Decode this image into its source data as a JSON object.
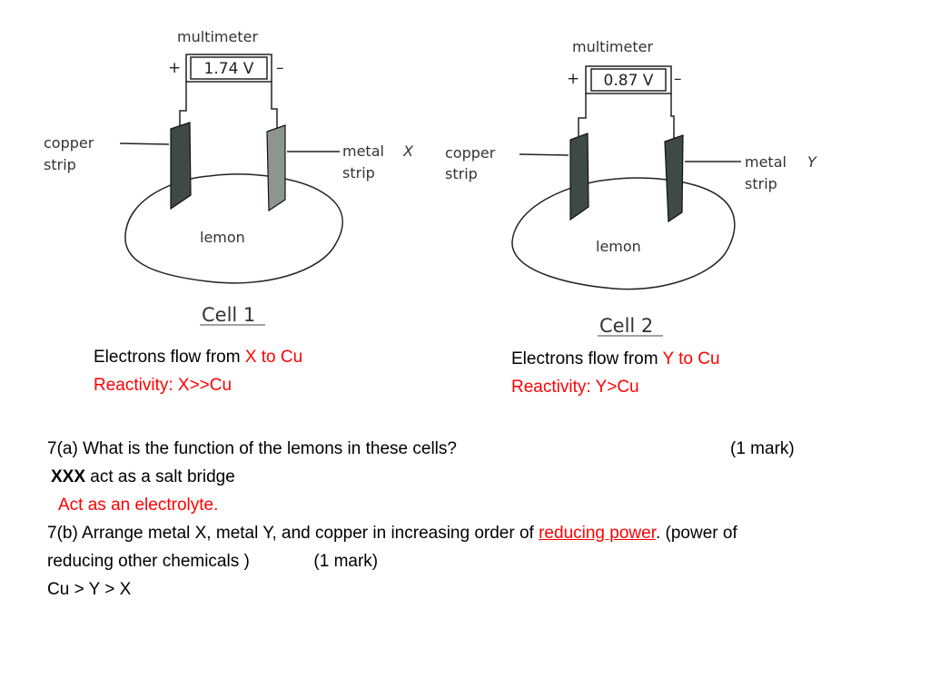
{
  "cell1": {
    "multimeter_label": "multimeter",
    "reading": "1.74 V",
    "plus": "+",
    "minus": "–",
    "copper_label_line1": "copper",
    "copper_label_line2": "strip",
    "metal_label_line1": "metal",
    "metal_symbol": "X",
    "metal_label_line2": "strip",
    "lemon_label": "lemon",
    "caption": "Cell 1"
  },
  "cell2": {
    "multimeter_label": "multimeter",
    "reading": "0.87 V",
    "plus": "+",
    "minus": "–",
    "copper_label_line1": "copper",
    "copper_label_line2": "strip",
    "metal_label_line1": "metal",
    "metal_symbol": "Y",
    "metal_label_line2": "strip",
    "lemon_label": "lemon",
    "caption": "Cell 2"
  },
  "notes": {
    "cell1_flow_prefix": "Electrons flow from ",
    "cell1_flow_answer": "X to Cu",
    "cell1_reactivity": "Reactivity: X>>Cu",
    "cell2_flow_prefix": "Electrons flow from ",
    "cell2_flow_answer": "Y to Cu",
    "cell2_reactivity": "Reactivity: Y>Cu"
  },
  "questions": {
    "q7a_text": "7(a) What is the function of the lemons in these cells?",
    "q7a_marks": "(1 mark)",
    "q7a_wrong_bold": "XXX",
    "q7a_wrong_rest": " act as a salt bridge",
    "q7a_answer": "Act as an electrolyte.",
    "q7b_part1": "7(b) Arrange metal X, metal Y, and copper in increasing order of ",
    "q7b_highlight": "reducing power",
    "q7b_part2": ". (power of",
    "q7b_line2": "reducing other chemicals )",
    "q7b_marks": "(1 mark)",
    "q7b_answer": "Cu > Y > X"
  },
  "colors": {
    "answer_red": "#ff0000",
    "strip_dark": "#3f4a46",
    "strip_grey": "#8c9590"
  }
}
